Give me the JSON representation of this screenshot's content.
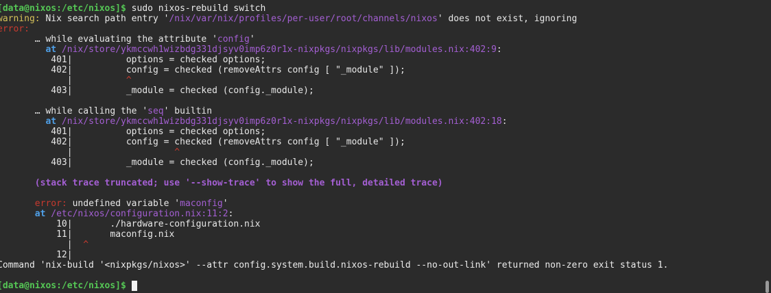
{
  "colors": {
    "background": "#2b2b2b",
    "text": "#e8e8e8",
    "prompt_green": "#55c755",
    "warning_yellow": "#d6c35a",
    "error_red": "#c83a2f",
    "magenta": "#a45fd3",
    "blue": "#4fa0e8",
    "cursor": "#f2f2f2",
    "scrollbar": "#9a9a9a"
  },
  "terminal": {
    "prompt": {
      "text": "[data@nixos:/etc/nixos]$",
      "command": " sudo nixos-rebuild switch"
    },
    "warning": {
      "label": "warning:",
      "text1": " Nix search path entry '",
      "path": "/nix/var/nix/profiles/per-user/root/channels/nixos",
      "text2": "' does not exist, ignoring"
    },
    "error_label": "error:",
    "trace1": {
      "prefix": "       … while evaluating the attribute '",
      "attr": "config",
      "suffix": "'",
      "at_indent": "         ",
      "at": "at",
      "location": " /nix/store/ykmccwh1wizbdg331djsyv0imp6z0r1x-nixpkgs/nixpkgs/lib/modules.nix:402:9",
      "colon": ":",
      "lines": [
        {
          "num": "          401|",
          "code": "          options = checked options;"
        },
        {
          "num": "          402|",
          "code": "          config = checked (removeAttrs config [ \"_module\" ]);"
        },
        {
          "num": "             |",
          "pad": "          ",
          "caret": "^"
        },
        {
          "num": "          403|",
          "code": "          _module = checked (config._module);"
        }
      ]
    },
    "trace2": {
      "prefix": "       … while calling the '",
      "attr": "seq",
      "suffix": "' builtin",
      "at_indent": "         ",
      "at": "at",
      "location": " /nix/store/ykmccwh1wizbdg331djsyv0imp6z0r1x-nixpkgs/nixpkgs/lib/modules.nix:402:18",
      "colon": ":",
      "lines": [
        {
          "num": "          401|",
          "code": "          options = checked options;"
        },
        {
          "num": "          402|",
          "code": "          config = checked (removeAttrs config [ \"_module\" ]);"
        },
        {
          "num": "             |",
          "pad": "                   ",
          "caret": "^"
        },
        {
          "num": "          403|",
          "code": "          _module = checked (config._module);"
        }
      ]
    },
    "truncated": "       (stack trace truncated; use '--show-trace' to show the full, detailed trace)",
    "final_error": {
      "indent": "       ",
      "label": "error:",
      "text1": " undefined variable '",
      "var": "maconfig",
      "text2": "'",
      "at": "at",
      "location": " /etc/nixos/configuration.nix:11:2",
      "colon": ":",
      "lines": [
        {
          "num": "           10|",
          "code": "       ./hardware-configuration.nix"
        },
        {
          "num": "           11|",
          "code": "       maconfig.nix"
        },
        {
          "num": "             |",
          "pad": "  ",
          "caret": "^"
        },
        {
          "num": "           12|",
          "code": ""
        }
      ]
    },
    "command_failed": "Command 'nix-build '<nixpkgs/nixos>' --attr config.system.build.nixos-rebuild --no-out-link' returned non-zero exit status 1.",
    "final_prompt": "[data@nixos:/etc/nixos]$",
    "final_prompt_space": " "
  }
}
